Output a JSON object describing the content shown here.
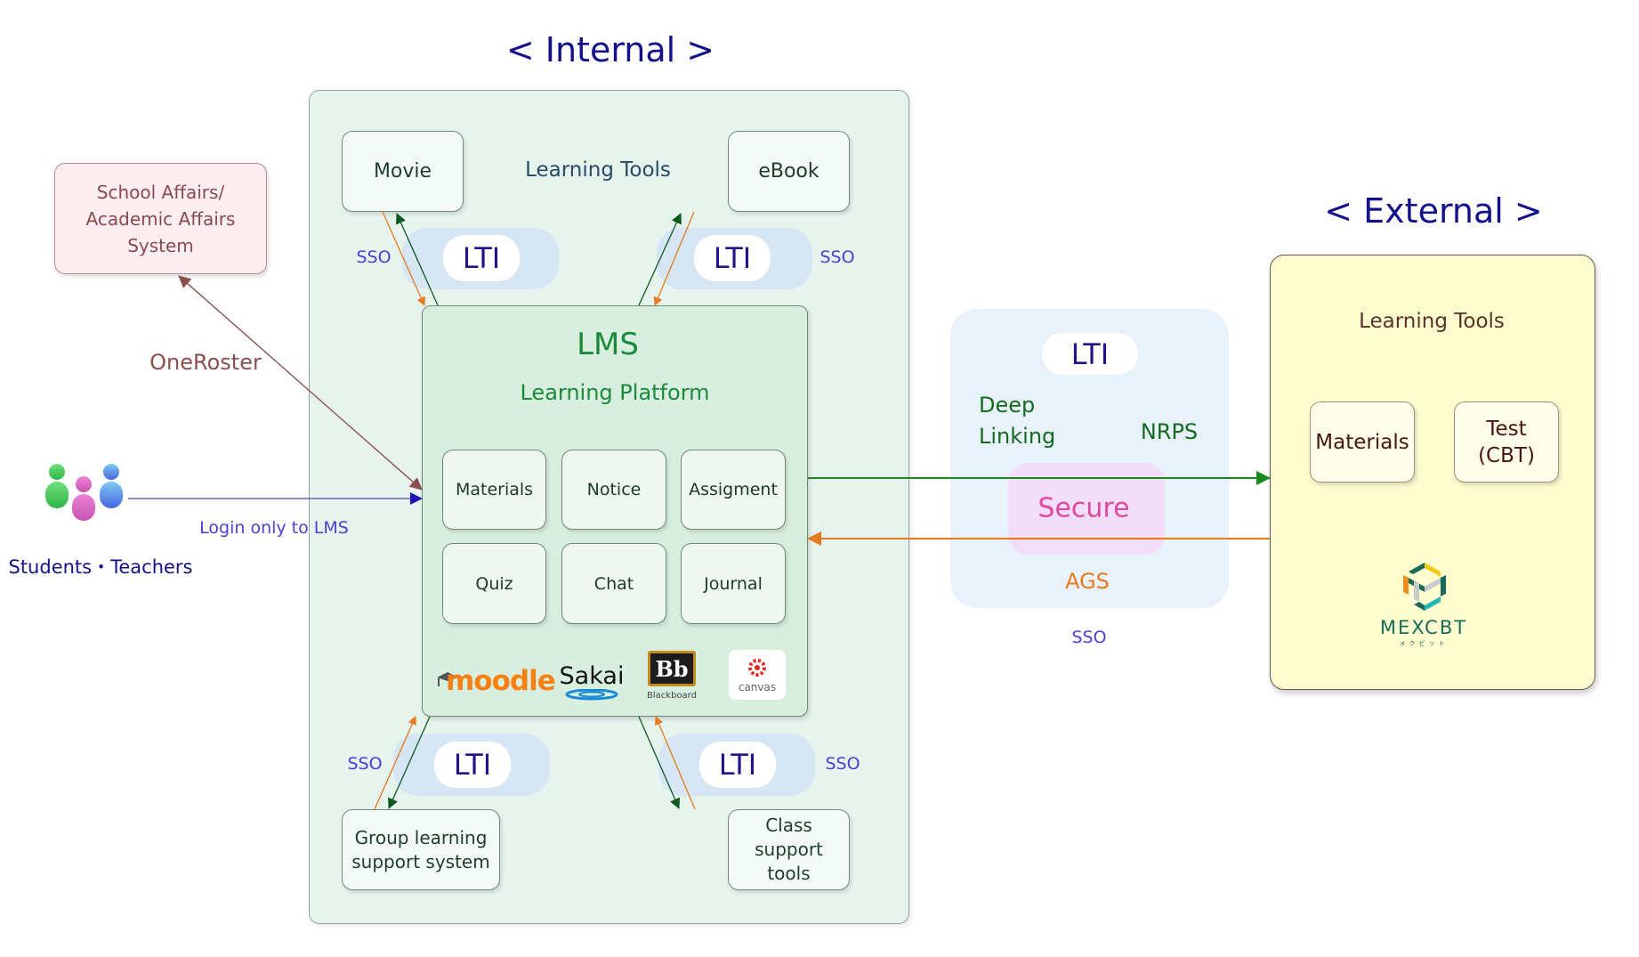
{
  "titles": {
    "internal": "< Internal >",
    "external": "< External >"
  },
  "school_system": {
    "line1": "School Affairs/",
    "line2": "Academic Affairs",
    "line3": "System"
  },
  "oneroster_label": "OneRoster",
  "users": {
    "label": "Students・Teachers",
    "login_label": "Login only to LMS",
    "icon": "users-group-icon"
  },
  "internal": {
    "learning_tools_label": "Learning Tools",
    "tools": {
      "movie": "Movie",
      "ebook": "eBook",
      "group_line1": "Group learning",
      "group_line2": "support system",
      "class_line1": "Class support",
      "class_line2": "tools"
    },
    "lti_label": "LTI",
    "sso_label": "SSO"
  },
  "lms": {
    "title": "LMS",
    "subtitle": "Learning Platform",
    "features": [
      "Materials",
      "Notice",
      "Assigment",
      "Quiz",
      "Chat",
      "Journal"
    ],
    "platforms": [
      "moodle",
      "Sakai",
      "Blackboard",
      "canvas"
    ],
    "blackboard_mark": "Bb"
  },
  "lti_center": {
    "title": "LTI",
    "deep_linking_1": "Deep",
    "deep_linking_2": "Linking",
    "nrps": "NRPS",
    "secure": "Secure",
    "ags": "AGS",
    "sso": "SSO"
  },
  "external": {
    "learning_tools_label": "Learning Tools",
    "materials": "Materials",
    "test_line1": "Test",
    "test_line2": "(CBT)",
    "brand": "MEXCBT",
    "brand_kana": "メクビット"
  },
  "colors": {
    "title_navy": "#14128a",
    "lti_arrow_green": "#0d5a1c",
    "sso_arrow_orange": "#e67a1e",
    "login_blue": "#2215b8",
    "oneroster_brown": "#8b4f4f"
  }
}
